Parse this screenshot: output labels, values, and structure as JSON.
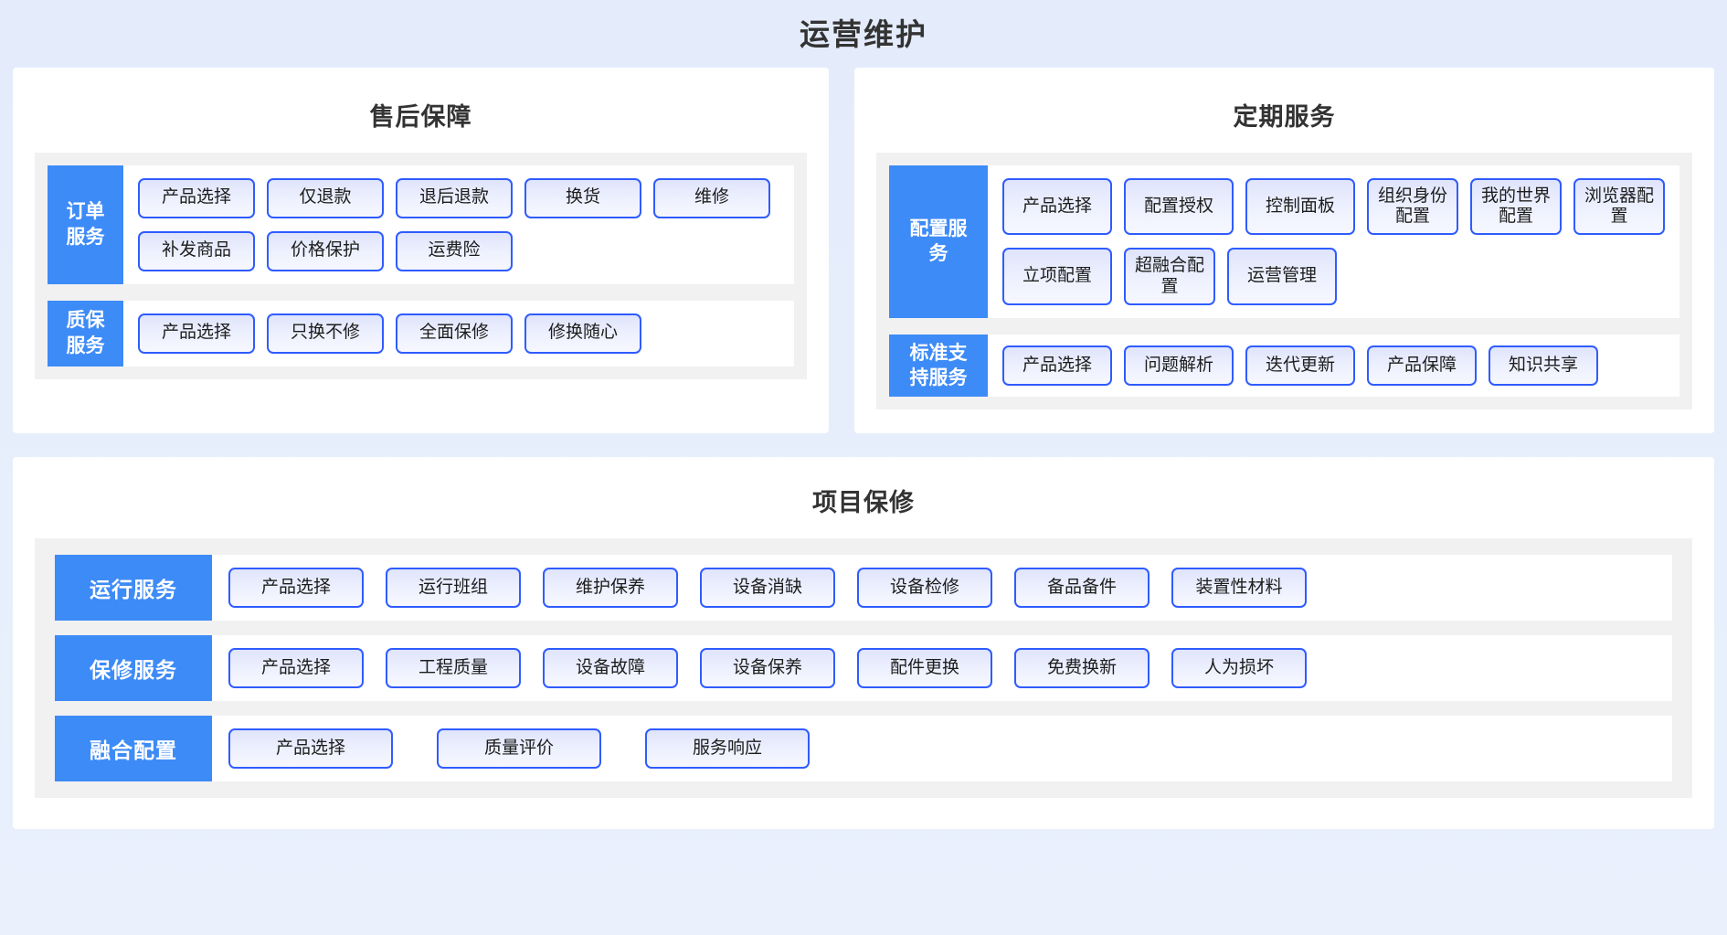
{
  "page": {
    "title": "运营维护",
    "accent_color": "#3d8bf7",
    "chip_border_color": "#2f5cff",
    "background_color": "#e4ecfc",
    "panel_background": "#ffffff",
    "group_background": "#f1f1f1"
  },
  "after_sales": {
    "title": "售后保障",
    "groups": [
      {
        "label": "订单\n服务",
        "label_line1": "订单",
        "label_line2": "服务",
        "items": [
          "产品选择",
          "仅退款",
          "退后退款",
          "换货",
          "维修",
          "补发商品",
          "价格保护",
          "运费险"
        ]
      },
      {
        "label": "质保\n服务",
        "label_line1": "质保",
        "label_line2": "服务",
        "items": [
          "产品选择",
          "只换不修",
          "全面保修",
          "修换随心"
        ]
      }
    ]
  },
  "periodic_service": {
    "title": "定期服务",
    "groups": [
      {
        "label_line1": "配置服",
        "label_line2": "务",
        "items": [
          "产品选择",
          "配置授权",
          "控制面板",
          "组织身份配置",
          "我的世界配置",
          "浏览器配置",
          "立项配置",
          "超融合配置",
          "运营管理"
        ]
      },
      {
        "label_line1": "标准支",
        "label_line2": "持服务",
        "items": [
          "产品选择",
          "问题解析",
          "迭代更新",
          "产品保障",
          "知识共享"
        ]
      }
    ]
  },
  "project_warranty": {
    "title": "项目保修",
    "groups": [
      {
        "label": "运行服务",
        "items": [
          "产品选择",
          "运行班组",
          "维护保养",
          "设备消缺",
          "设备检修",
          "备品备件",
          "装置性材料"
        ]
      },
      {
        "label": "保修服务",
        "items": [
          "产品选择",
          "工程质量",
          "设备故障",
          "设备保养",
          "配件更换",
          "免费换新",
          "人为损坏"
        ]
      },
      {
        "label": "融合配置",
        "items": [
          "产品选择",
          "质量评价",
          "服务响应"
        ]
      }
    ]
  }
}
